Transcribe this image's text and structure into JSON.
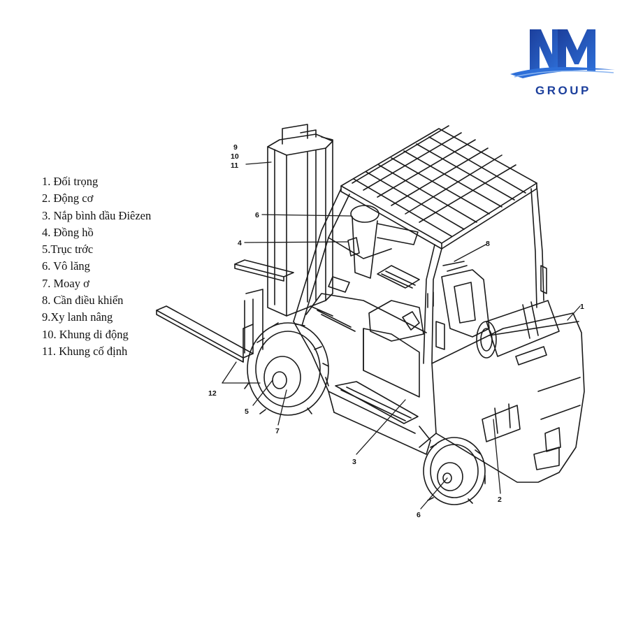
{
  "brand": {
    "monogram": "NM",
    "wordmark": "GROUP",
    "colors": {
      "primary": "#1c3f9c",
      "accent": "#2e6fd8"
    }
  },
  "legend": [
    "1. Đối trọng",
    "2. Động cơ",
    "3. Nắp bình dầu Điêzen",
    "4. Đồng hồ",
    "5.Trục trớc",
    "6. Vô lăng",
    "7. Moay ơ",
    "8. Cần điều khiển",
    "9.Xy lanh nâng",
    "10. Khung di động",
    "11. Khung cố định"
  ],
  "callouts": {
    "c9": "9",
    "c10": "10",
    "c11": "11",
    "c6_top": "6",
    "c4": "4",
    "c8": "8",
    "c1": "1",
    "c12": "12",
    "c5": "5",
    "c7": "7",
    "c3": "3",
    "c2": "2",
    "c6_bottom": "6"
  },
  "colors": {
    "line": "#1a1a1a",
    "background": "#ffffff"
  }
}
